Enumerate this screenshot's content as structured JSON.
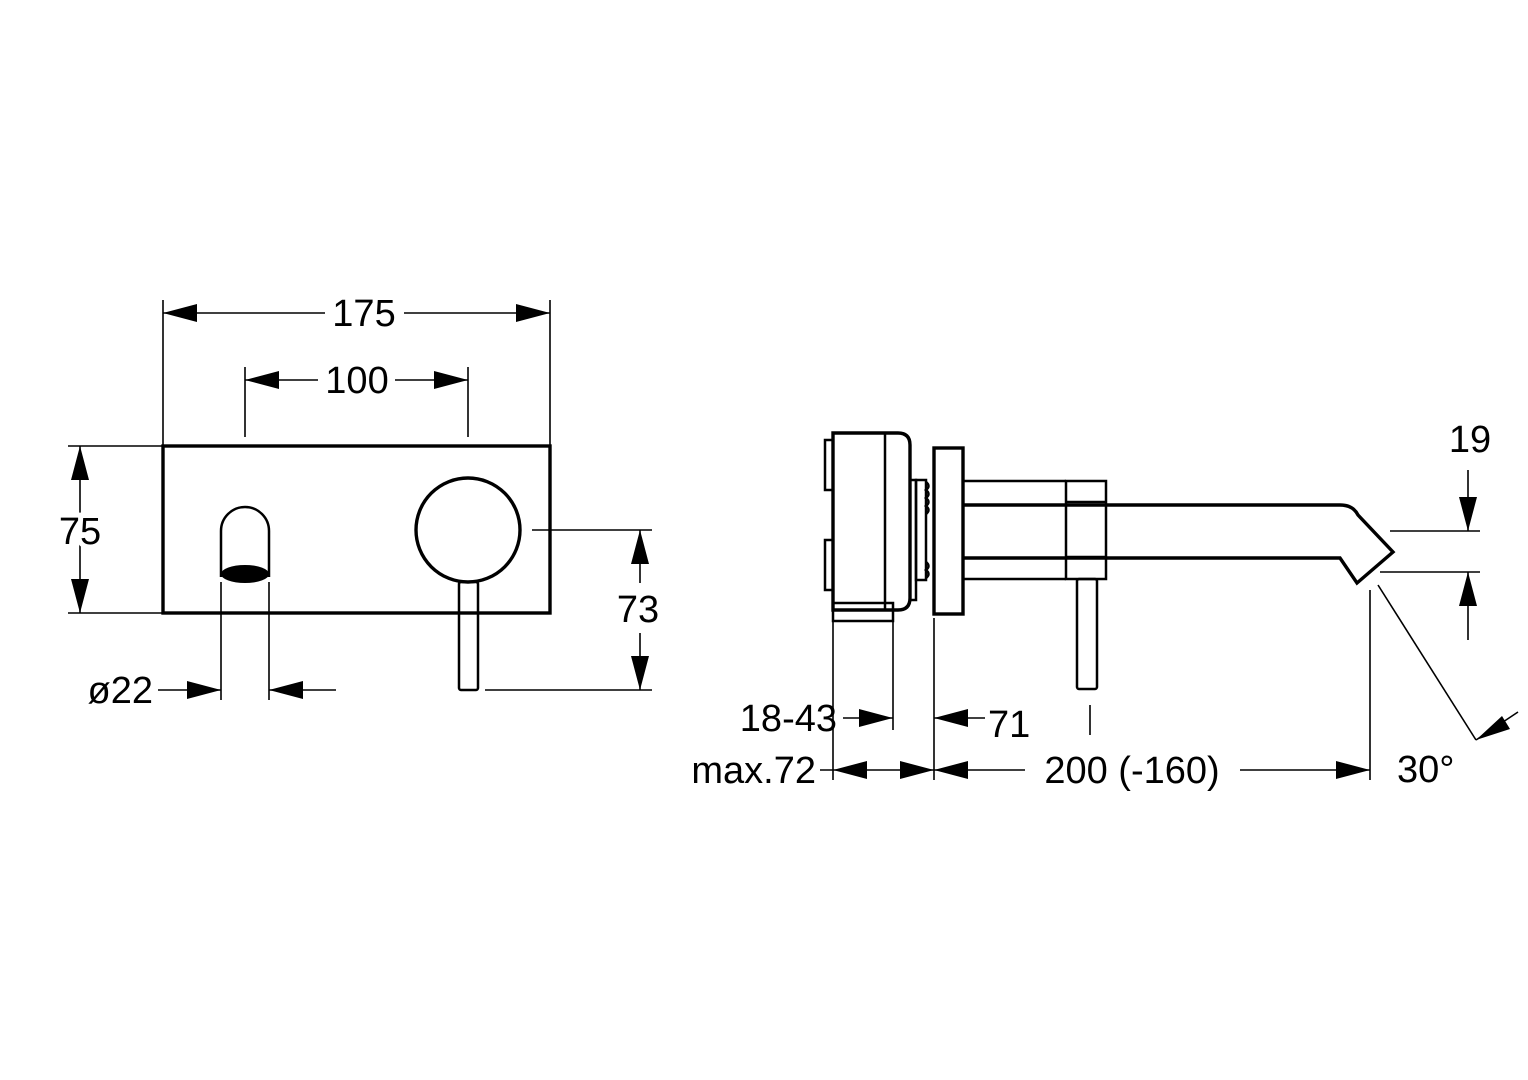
{
  "front_view": {
    "width_total": "175",
    "centers_spacing": "100",
    "height": "75",
    "lever_height": "73",
    "spout_diameter": "ø22"
  },
  "side_view": {
    "wall_adjust": "18-43",
    "wall_adjust_max": "max.72",
    "plate_to_lever": "71",
    "spout_projection": "200 (-160)",
    "spout_height": "19",
    "spout_angle": "30°"
  }
}
